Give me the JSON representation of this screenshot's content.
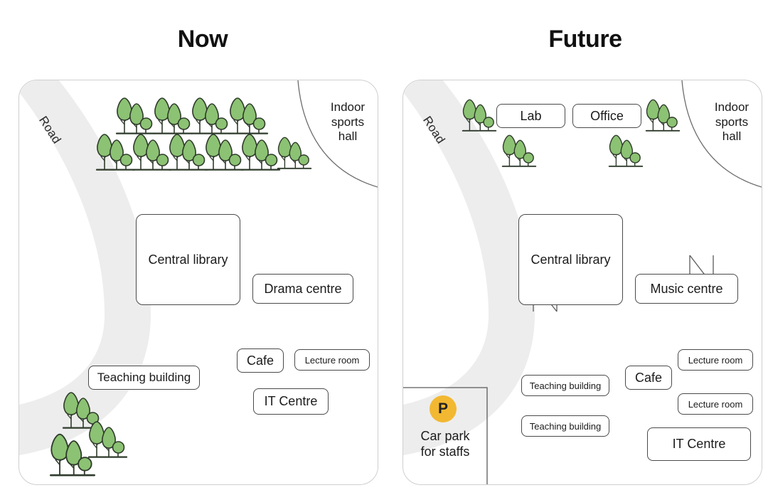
{
  "figure": {
    "type": "site-plan-comparison",
    "panels": [
      {
        "id": "now",
        "title": "Now",
        "road_label": "Road",
        "zones": [
          {
            "name": "indoor-sports-hall",
            "label": "Indoor\nsports\nhall"
          }
        ],
        "buildings": [
          {
            "name": "central-library",
            "label": "Central library"
          },
          {
            "name": "drama-centre",
            "label": "Drama centre"
          },
          {
            "name": "cafe",
            "label": "Cafe"
          },
          {
            "name": "lecture-room",
            "label": "Lecture room"
          },
          {
            "name": "it-centre",
            "label": "IT Centre"
          },
          {
            "name": "teaching-building",
            "label": "Teaching building"
          }
        ],
        "tree_cluster_count": 13
      },
      {
        "id": "future",
        "title": "Future",
        "road_label": "Road",
        "zones": [
          {
            "name": "indoor-sports-hall",
            "label": "Indoor\nsports\nhall"
          },
          {
            "name": "car-park",
            "label": "Car park\nfor staffs",
            "badge": "P"
          }
        ],
        "buildings": [
          {
            "name": "lab",
            "label": "Lab"
          },
          {
            "name": "office",
            "label": "Office"
          },
          {
            "name": "central-library",
            "label": "Central library"
          },
          {
            "name": "music-centre",
            "label": "Music centre"
          },
          {
            "name": "cafe",
            "label": "Cafe"
          },
          {
            "name": "lecture-room-upper",
            "label": "Lecture room"
          },
          {
            "name": "lecture-room-lower",
            "label": "Lecture room"
          },
          {
            "name": "teaching-building-upper",
            "label": "Teaching building"
          },
          {
            "name": "teaching-building-lower",
            "label": "Teaching building"
          },
          {
            "name": "it-centre",
            "label": "IT Centre"
          }
        ],
        "tree_cluster_count": 4
      }
    ],
    "colors": {
      "tree_foliage": "#8cc273",
      "tree_outline": "#2f3b2c",
      "road_fill": "#ededed",
      "panel_border": "#cfcfcf",
      "box_border": "#4a4a4a",
      "parking_badge": "#f2b831",
      "text": "#1b1b1b",
      "title": "#111111"
    }
  },
  "now": {
    "title": "Now",
    "road": "Road",
    "sports_hall": "Indoor\nsports\nhall",
    "central_library": "Central library",
    "drama_centre": "Drama centre",
    "cafe": "Cafe",
    "lecture_room": "Lecture room",
    "it_centre": "IT Centre",
    "teaching_building": "Teaching building"
  },
  "future": {
    "title": "Future",
    "road": "Road",
    "sports_hall": "Indoor\nsports\nhall",
    "lab": "Lab",
    "office": "Office",
    "central_library": "Central library",
    "music_centre": "Music centre",
    "cafe": "Cafe",
    "lecture_room_upper": "Lecture room",
    "lecture_room_lower": "Lecture room",
    "teaching_building_upper": "Teaching building",
    "teaching_building_lower": "Teaching building",
    "it_centre": "IT Centre",
    "car_park": "Car park\nfor staffs",
    "car_park_badge": "P"
  }
}
